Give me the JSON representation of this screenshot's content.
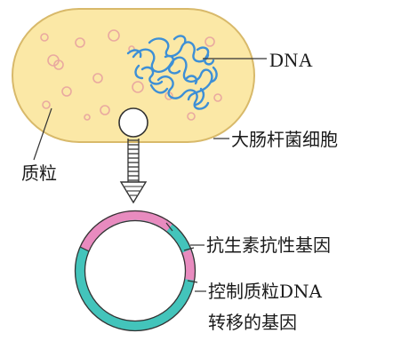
{
  "labels": {
    "dna": "DNA",
    "cell": "大肠杆菌细胞",
    "plasmid": "质粒",
    "resistance_gene": "抗生素抗性基因",
    "transfer_gene_line1": "控制质粒DNA",
    "transfer_gene_line2": "转移的基因"
  },
  "colors": {
    "cell_fill": "#fbe8a6",
    "cell_stroke": "#d8b96a",
    "dna": "#3d8fd6",
    "plasmid_teal": "#43c4bb",
    "plasmid_pink": "#e88bbf",
    "outline": "#333333",
    "granule": "#e9a9a0"
  }
}
